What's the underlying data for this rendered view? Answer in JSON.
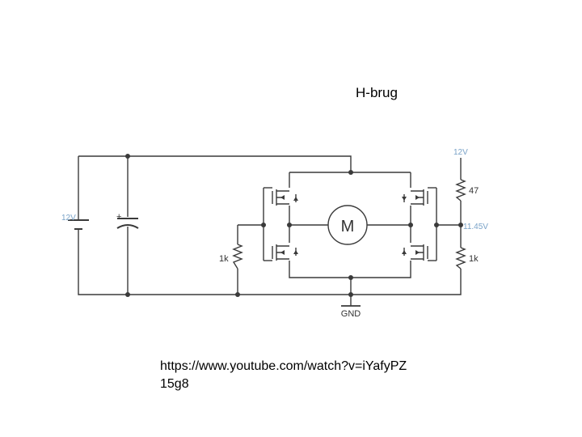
{
  "title": "H-brug",
  "url_line1": "https://www.youtube.com/watch?v=iYafyPZ",
  "url_line2": "15g8",
  "schematic": {
    "battery_voltage": "12V",
    "supply_voltage": "12V",
    "node_voltage": "11.45V",
    "resistor_top": "47",
    "resistor_right": "1k",
    "resistor_left": "1k",
    "motor": "M",
    "ground": "GND",
    "capacitor_polarity": "+"
  },
  "colors": {
    "wire": "#3a3a3a",
    "probe": "#7aa3c8"
  }
}
